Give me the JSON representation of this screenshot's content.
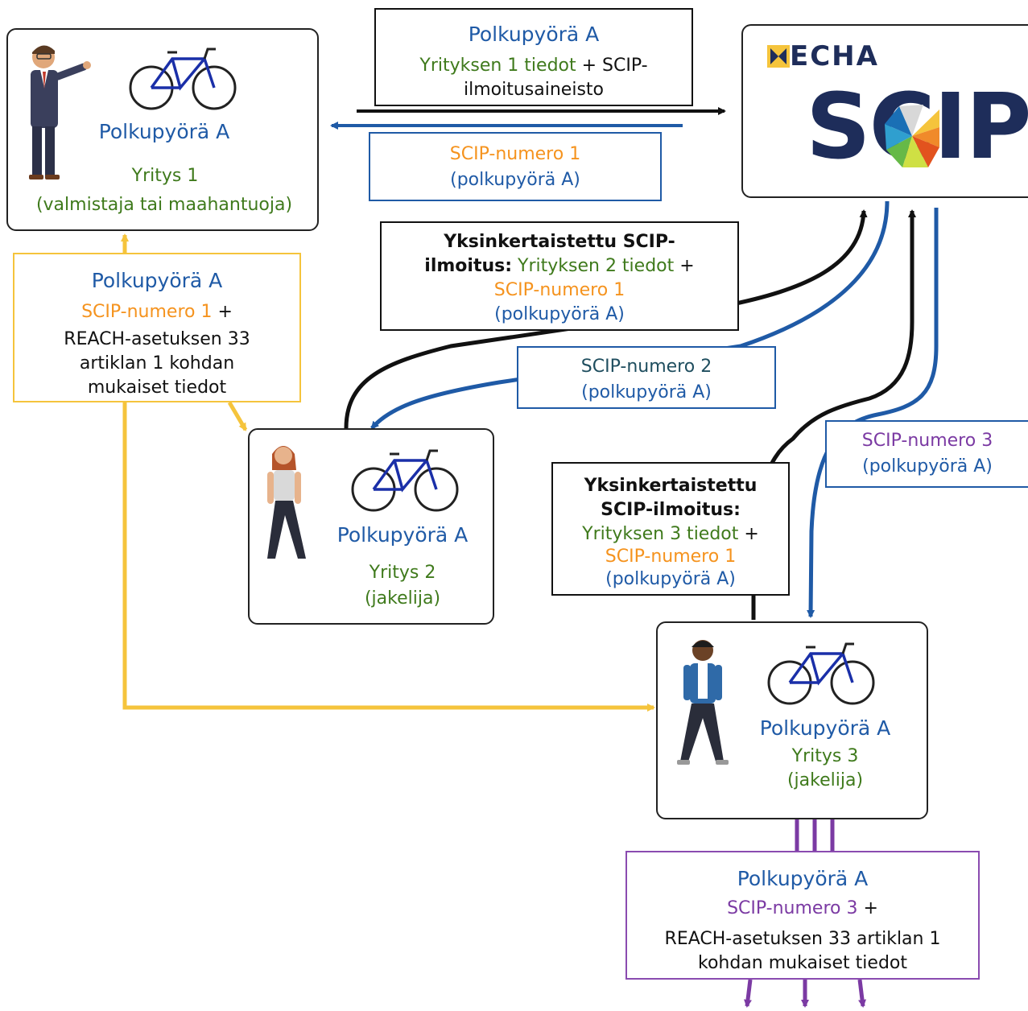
{
  "colors": {
    "blue": "#1f5aa6",
    "green": "#3f7a1c",
    "orange": "#f5931e",
    "yellow": "#f5c43c",
    "purple": "#7b3aa3",
    "black": "#111111"
  },
  "company1": {
    "product": "Polkupyörä A",
    "name": "Yritys 1",
    "role": "(valmistaja tai maahantuoja)",
    "icons": [
      "businessman-icon",
      "bicycle-icon"
    ]
  },
  "company2": {
    "product": "Polkupyörä A",
    "name": "Yritys 2",
    "role": "(jakelija)",
    "icons": [
      "woman-walking-icon",
      "bicycle-icon"
    ]
  },
  "company3": {
    "product": "Polkupyörä A",
    "name": "Yritys 3",
    "role": "(jakelija)",
    "icons": [
      "man-walking-icon",
      "bicycle-icon"
    ]
  },
  "echa": {
    "brand": "ECHA",
    "logo": "SCIP"
  },
  "submission1": {
    "product": "Polkupyörä A",
    "part1": "Yrityksen 1 tiedot",
    "plus": " + ",
    "part2a": "SCIP-",
    "part2b": "ilmoitusaineisto"
  },
  "response1": {
    "number": "SCIP-numero 1",
    "product": "(polkupyörä A)"
  },
  "simplified2": {
    "title_a": "Yksinkertaistettu SCIP-",
    "title_b": "ilmoitus:",
    "data": " Yrityksen 2 tiedot",
    "plus": " +",
    "number": "SCIP-numero 1",
    "product": "(polkupyörä A)"
  },
  "response2": {
    "number": "SCIP-numero 2",
    "product": "(polkupyörä A)"
  },
  "simplified3": {
    "title_a": "Yksinkertaistettu",
    "title_b": "SCIP-ilmoitus:",
    "data": "Yrityksen 3 tiedot",
    "plus": " +",
    "number": "SCIP-numero 1",
    "product": "(polkupyörä A)"
  },
  "response3": {
    "number": "SCIP-numero 3",
    "product": "(polkupyörä A)"
  },
  "supply1": {
    "product": "Polkupyörä A",
    "number": "SCIP-numero 1",
    "plus": " +",
    "line1": "REACH-asetuksen 33",
    "line2": "artiklan 1 kohdan",
    "line3": "mukaiset tiedot"
  },
  "supply3": {
    "product": "Polkupyörä A",
    "number": "SCIP-numero 3",
    "plus": " +",
    "line1": "REACH-asetuksen 33 artiklan 1",
    "line2": "kohdan mukaiset tiedot"
  }
}
